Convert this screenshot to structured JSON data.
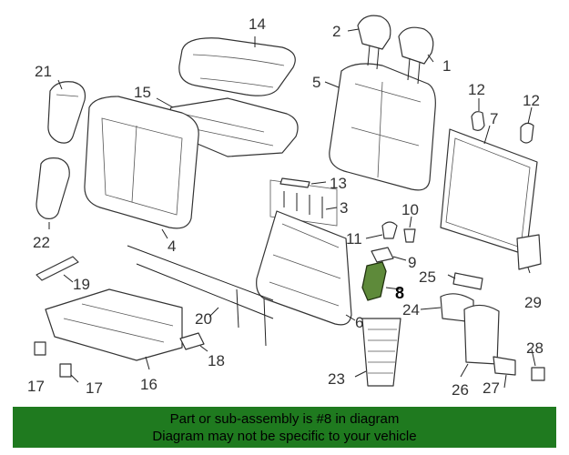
{
  "diagram": {
    "callouts": {
      "c1": "1",
      "c2": "2",
      "c3": "3",
      "c4": "4",
      "c5": "5",
      "c6": "6",
      "c7": "7",
      "c8": "8",
      "c9": "9",
      "c10": "10",
      "c11": "11",
      "c12a": "12",
      "c12b": "12",
      "c13": "13",
      "c14": "14",
      "c15": "15",
      "c16": "16",
      "c17a": "17",
      "c17b": "17",
      "c18": "18",
      "c19": "19",
      "c20": "20",
      "c21": "21",
      "c22": "22",
      "c23": "23",
      "c24": "24",
      "c25": "25",
      "c26": "26",
      "c27": "27",
      "c28": "28",
      "c29": "29"
    },
    "highlighted_part": "8"
  },
  "banner": {
    "line1": "Part or sub-assembly is #8 in diagram",
    "line2": "Diagram may not be specific to your vehicle"
  },
  "colors": {
    "banner": "#1f7a1f",
    "highlight": "#5e8a3a",
    "line": "#333333"
  }
}
